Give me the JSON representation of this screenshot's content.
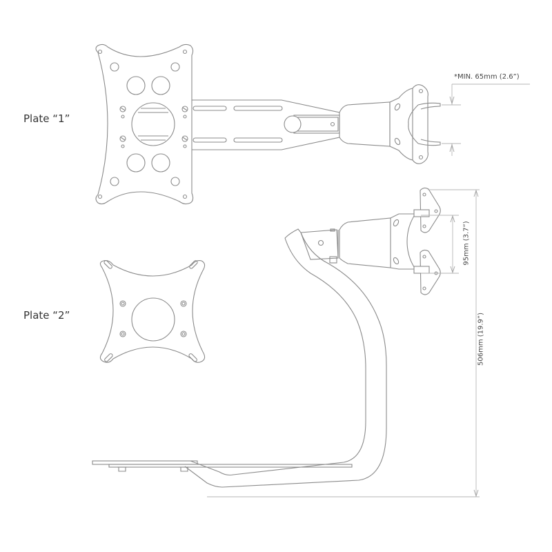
{
  "diagram": {
    "type": "technical-line-drawing",
    "subject": "monitor arm mount",
    "line_color": "#8a8a8a",
    "background": "#ffffff"
  },
  "labels": {
    "plate1": "Plate “1”",
    "plate2": "Plate “2”"
  },
  "dimensions": {
    "min_gap": "*MIN. 65mm (2.6”)",
    "vesa_spacing": "95mm (3.7”)",
    "total_height": "506mm (19.9”)"
  }
}
